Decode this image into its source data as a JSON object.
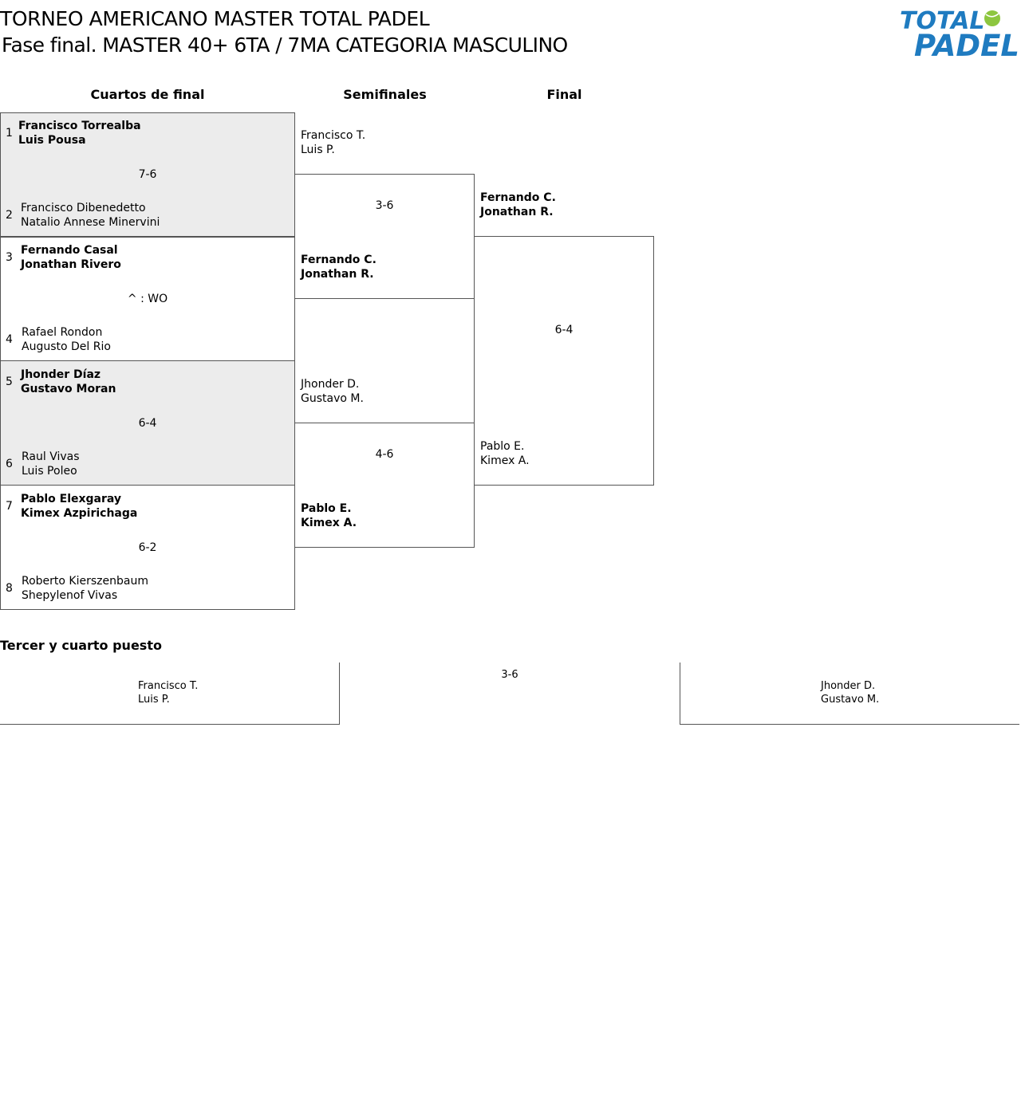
{
  "header": {
    "title": "TORNEO AMERICANO MASTER TOTAL PADEL",
    "subtitle": "Fase final. MASTER 40+ 6TA / 7MA CATEGORIA MASCULINO",
    "logo_top": "TOTAL",
    "logo_bottom": "PADEL",
    "logo_color": "#1f7bc0",
    "ball_color": "#8dc63f"
  },
  "rounds": {
    "qf": "Cuartos de final",
    "sf": "Semifinales",
    "final": "Final"
  },
  "quarterfinals": [
    {
      "top": {
        "seed": "1",
        "p1": "Francisco Torrealba",
        "p2": "Luis Pousa"
      },
      "score": "7-6",
      "bottom": {
        "seed": "2",
        "p1": "Francisco Dibenedetto",
        "p2": "Natalio Annese Minervini"
      }
    },
    {
      "top": {
        "seed": "3",
        "p1": "Fernando Casal",
        "p2": "Jonathan Rivero"
      },
      "score": "^ : WO",
      "bottom": {
        "seed": "4",
        "p1": "Rafael Rondon",
        "p2": "Augusto Del Rio"
      }
    },
    {
      "top": {
        "seed": "5",
        "p1": "Jhonder Díaz",
        "p2": "Gustavo Moran"
      },
      "score": "6-4",
      "bottom": {
        "seed": "6",
        "p1": "Raul Vivas",
        "p2": "Luis Poleo"
      }
    },
    {
      "top": {
        "seed": "7",
        "p1": "Pablo Elexgaray",
        "p2": "Kimex Azpirichaga"
      },
      "score": "6-2",
      "bottom": {
        "seed": "8",
        "p1": "Roberto Kierszenbaum",
        "p2": "Shepylenof Vivas"
      }
    }
  ],
  "semifinals": [
    {
      "top": {
        "p1": "Francisco T.",
        "p2": "Luis P."
      },
      "score": "3-6",
      "bottom": {
        "p1": "Fernando C.",
        "p2": "Jonathan R."
      }
    },
    {
      "top": {
        "p1": "Jhonder D.",
        "p2": "Gustavo M."
      },
      "score": "4-6",
      "bottom": {
        "p1": "Pablo E.",
        "p2": "Kimex A."
      }
    }
  ],
  "final": {
    "top": {
      "p1": "Fernando C.",
      "p2": "Jonathan R."
    },
    "score": "6-4",
    "bottom": {
      "p1": "Pablo E.",
      "p2": "Kimex A."
    }
  },
  "third_place": {
    "title": "Tercer y cuarto puesto",
    "left": {
      "p1": "Francisco T.",
      "p2": "Luis P."
    },
    "score": "3-6",
    "right": {
      "p1": "Jhonder D.",
      "p2": "Gustavo M."
    }
  }
}
